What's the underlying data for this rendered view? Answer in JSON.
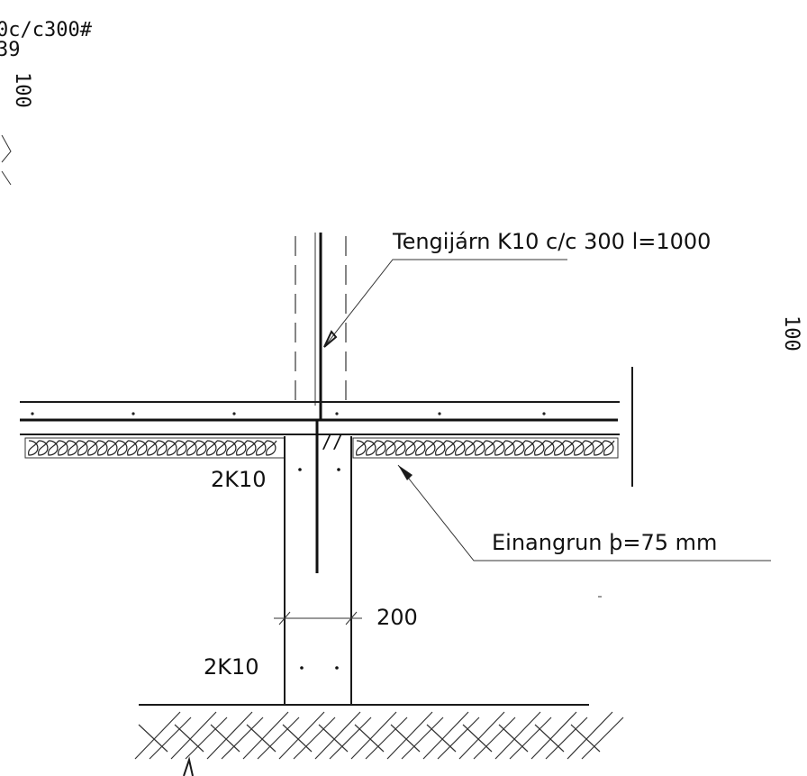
{
  "labels": {
    "top_left_line1": "0c/c300#",
    "top_left_line2": "39",
    "top_left_vertical": "100",
    "right_edge_vertical": "100",
    "tie_bar": "Tengijárn K10 c/c 300 l=1000",
    "insulation": "Einangrun þ=75 mm",
    "rebar_upper": "2K10",
    "rebar_lower": "2K10",
    "wall_width": "200",
    "dowel_mark": "//"
  },
  "colors": {
    "line": "#1a1a1a",
    "background": "#ffffff"
  }
}
